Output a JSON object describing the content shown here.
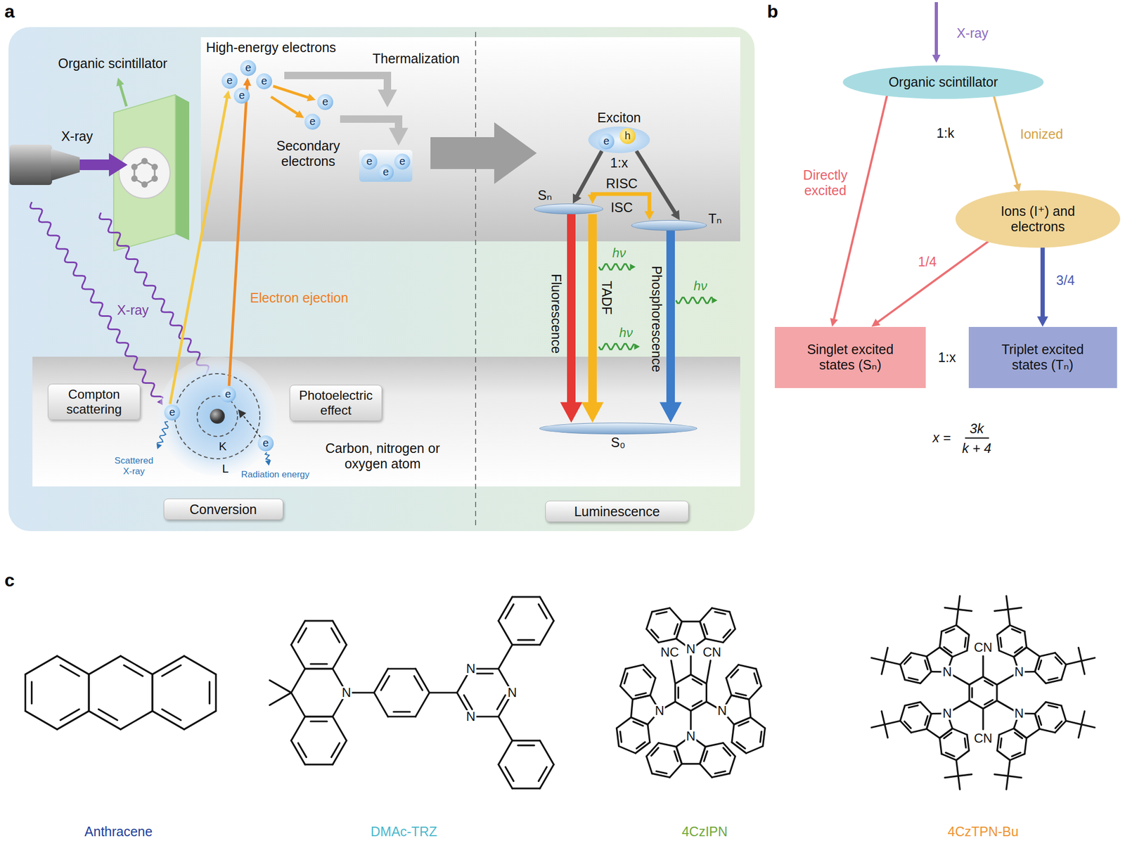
{
  "diagram": {
    "nodes": [
      {
        "text": [
          "Compton scattering"
        ]
      },
      {
        "text": [
          "Photoelectric effect"
        ]
      },
      {
        "text": [
          "Conversion"
        ]
      },
      {
        "text": [
          "Luminescence"
        ]
      },
      {
        "text": [
          "Exciton",
          "1:x"
        ]
      },
      {
        "text": [
          "Sₙ"
        ]
      },
      {
        "text": [
          "Tₙ"
        ]
      },
      {
        "text": [
          "S₀"
        ]
      },
      {
        "text": [
          "Organic scintillator"
        ]
      },
      {
        "text": [
          "Ions (I⁺) and electrons"
        ]
      },
      {
        "text": [
          "Singlet excited states (Sₙ)"
        ]
      },
      {
        "text": [
          "Triplet excited states (Tₙ)"
        ]
      }
    ],
    "edges": [
      {
        "from": 4,
        "to": 5,
        "arrow": "to"
      },
      {
        "from": 4,
        "to": 6,
        "arrow": "to"
      },
      {
        "from": 6,
        "to": 5,
        "arrow": "both",
        "label": "RISC"
      },
      {
        "from": 5,
        "to": 7,
        "arrow": "to",
        "label": "Fluorescence"
      },
      {
        "from": 5,
        "to": 7,
        "arrow": "to",
        "label": "TADF"
      },
      {
        "from": 6,
        "to": 7,
        "arrow": "to",
        "label": "Phosphorescence"
      },
      {
        "from": 8,
        "to": 10,
        "arrow": "to",
        "label": "Directly excited"
      },
      {
        "from": 8,
        "to": 9,
        "arrow": "to",
        "label": "Ionized"
      },
      {
        "from": 9,
        "to": 10,
        "arrow": "to",
        "label": "1/4"
      },
      {
        "from": 9,
        "to": 11,
        "arrow": "to",
        "label": "3/4"
      }
    ],
    "labels": [
      "a",
      "b",
      "c",
      "Organic scintillator",
      "X-ray",
      "High-energy electrons",
      "Thermalization",
      "Secondary electrons",
      "Electron ejection",
      "X-ray",
      "Scattered X-ray",
      "Radiation energy",
      "K",
      "L",
      "Carbon, nitrogen or oxygen atom",
      "ISC",
      "hν",
      "hν",
      "hν",
      "e",
      "h",
      "e",
      "e",
      "e",
      "e",
      "e",
      "e",
      "e",
      "e",
      "e",
      "e",
      "e",
      "e",
      "X-ray",
      "1:k",
      "1:x",
      "x =",
      "3k",
      "k + 4",
      "Anthracene",
      "DMAc-TRZ",
      "4CzIPN",
      "4CzTPN-Bu",
      "N",
      "N",
      "N",
      "N",
      "NC",
      "CN",
      "N",
      "N",
      "N",
      "N",
      "CN",
      "CN",
      "N",
      "N",
      "N",
      "N"
    ]
  }
}
